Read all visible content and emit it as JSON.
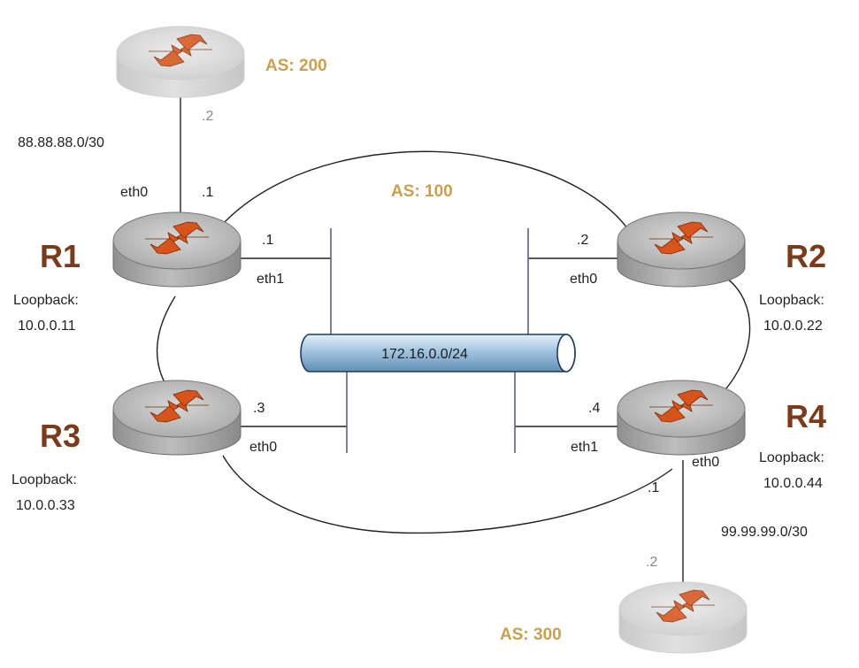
{
  "colors": {
    "router_name": "#7a3b1a",
    "as_label": "#c9a050",
    "arrow": "#d9541a",
    "bus_fill": "#a9c9e2",
    "router_body": "#a8a8a8",
    "router_top": "#c4c4c4",
    "router_dim": "#d8d8d8"
  },
  "as_labels": {
    "top": "AS: 200",
    "center": "AS: 100",
    "bottom": "AS: 300"
  },
  "routers": {
    "r1": {
      "name": "R1",
      "loopback_label": "Loopback:",
      "loopback_ip": "10.0.0.11"
    },
    "r2": {
      "name": "R2",
      "loopback_label": "Loopback:",
      "loopback_ip": "10.0.0.22"
    },
    "r3": {
      "name": "R3",
      "loopback_label": "Loopback:",
      "loopback_ip": "10.0.0.33"
    },
    "r4": {
      "name": "R4",
      "loopback_label": "Loopback:",
      "loopback_ip": "10.0.0.44"
    }
  },
  "interfaces": {
    "r1_eth0": "eth0",
    "r1_eth0_host": ".1",
    "r1_eth1": "eth1",
    "r1_eth1_host": ".1",
    "r2_eth0": "eth0",
    "r2_eth0_host": ".2",
    "r3_eth0": "eth0",
    "r3_eth0_host": ".3",
    "r4_eth1": "eth1",
    "r4_eth1_host": ".4",
    "r4_eth0": "eth0",
    "r4_eth0_host": ".1",
    "top_ext_host": ".2",
    "bottom_ext_host": ".2"
  },
  "networks": {
    "top_link": "88.88.88.0/30",
    "bus": "172.16.0.0/24",
    "bottom_link": "99.99.99.0/30"
  }
}
